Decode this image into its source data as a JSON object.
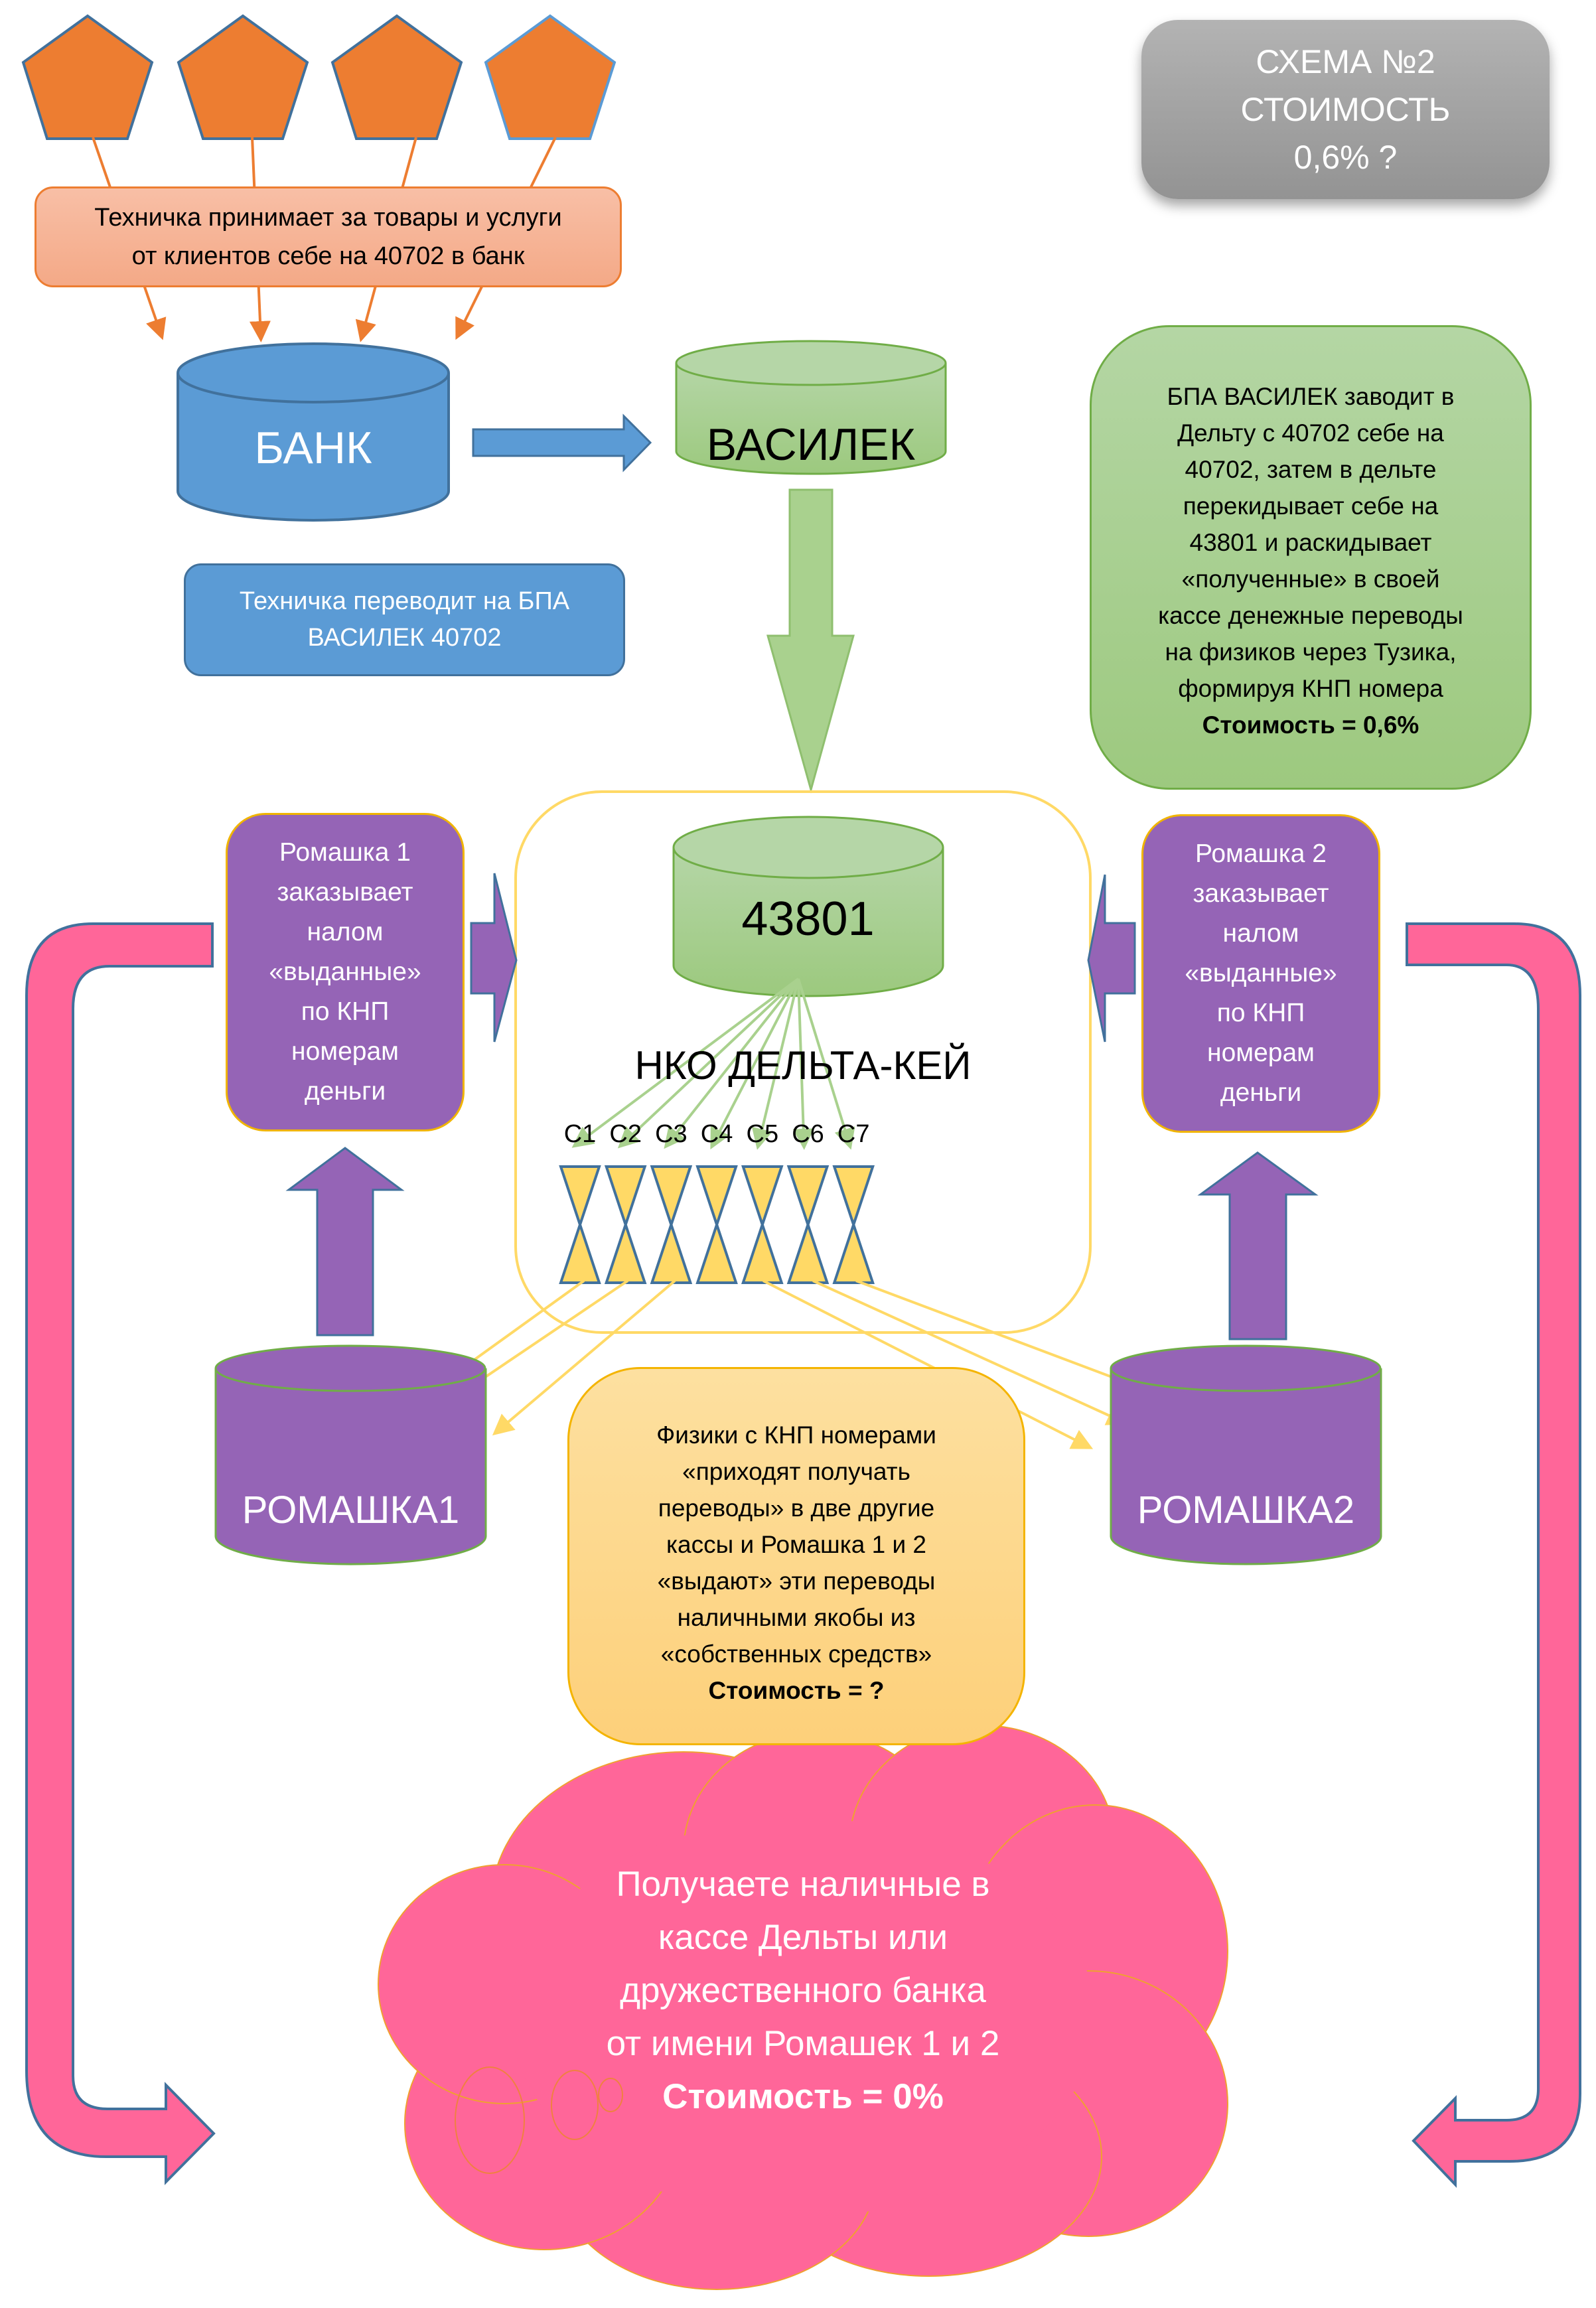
{
  "title_box": {
    "lines": [
      "СХЕМА №2",
      "СТОИМОСТЬ",
      "0,6% ?"
    ]
  },
  "clients": {
    "count": 4,
    "icon": "pentagon-client-icon"
  },
  "orange_note": {
    "lines": [
      "Техничка  принимает за товары и услуги",
      "от клиентов себе на 40702 в банк"
    ]
  },
  "bank": {
    "label": "БАНК"
  },
  "vasilek": {
    "label": "ВАСИЛЕК"
  },
  "blue_note": {
    "lines": [
      "Техничка переводит на БПА",
      "ВАСИЛЕК 40702"
    ]
  },
  "green_note": {
    "lines": [
      "БПА ВАСИЛЕК заводит в",
      "Дельту с 40702 себе на",
      "40702, затем в дельте",
      "перекидывает себе на",
      "43801 и раскидывает",
      "«полученные» в своей",
      "кассе денежные переводы",
      "на физиков через Тузика,",
      "формируя КНП номера"
    ],
    "cost": "Стоимость = 0,6%"
  },
  "nko": {
    "account": "43801",
    "name": "НКО ДЕЛЬТА-КЕЙ",
    "cashdesks": [
      "C1",
      "C2",
      "C3",
      "C4",
      "C5",
      "C6",
      "C7"
    ]
  },
  "romashka1_note": {
    "lines": [
      "Ромашка 1",
      "заказывает",
      "налом",
      "«выданные»",
      "по КНП",
      "номерам",
      "деньги"
    ]
  },
  "romashka2_note": {
    "lines": [
      "Ромашка 2",
      "заказывает",
      "налом",
      "«выданные»",
      "по КНП",
      "номерам",
      "деньги"
    ]
  },
  "romashka1": {
    "label": "РОМАШКА1"
  },
  "romashka2": {
    "label": "РОМАШКА2"
  },
  "yellow_note": {
    "lines": [
      "Физики с КНП номерами",
      "«приходят получать",
      "переводы» в две другие",
      "кассы и Ромашка 1 и 2",
      "«выдают» эти переводы",
      "наличными якобы из",
      "«собственных средств»"
    ],
    "cost": "Стоимость = ?"
  },
  "cloud": {
    "lines": [
      "Получаете наличные в",
      "кассе Дельты или",
      "дружественного банка",
      "от имени Ромашек 1 и 2"
    ],
    "cost": "Стоимость = 0%"
  },
  "colors": {
    "orange": "#ed7d31",
    "blue": "#5b9bd5",
    "green": "#a9d18e",
    "purple": "#9564b6",
    "yellow": "#ffd966",
    "pink": "#ff6699",
    "gray": "#a6a6a6"
  }
}
